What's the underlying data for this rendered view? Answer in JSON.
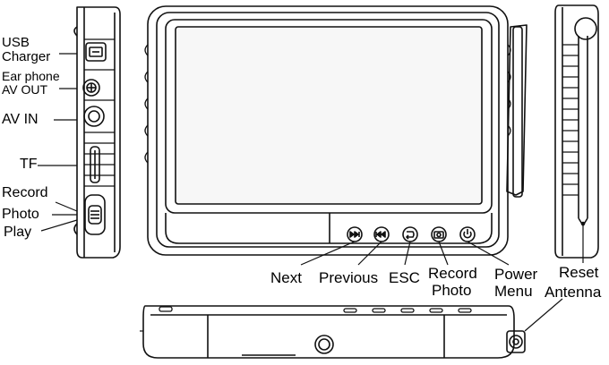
{
  "labels": {
    "left": {
      "usb_charger": [
        "USB",
        "Charger"
      ],
      "ear_phone": [
        "Ear phone",
        "AV  OUT"
      ],
      "av_in": "AV  IN",
      "tf": "TF",
      "record": "Record",
      "photo": "Photo",
      "play": "Play"
    },
    "buttons": {
      "next": "Next",
      "previous": "Previous",
      "esc": "ESC",
      "record_photo": [
        "Record",
        "Photo"
      ],
      "power_menu": [
        "Power",
        "Menu"
      ]
    },
    "right": {
      "reset": "Reset",
      "antenna": "Antenna"
    }
  },
  "colors": {
    "stroke": "#111111",
    "fill": "#ffffff",
    "screen": "#f4f4f4"
  },
  "icons": [
    "usb-port-icon",
    "earphone-jack-icon",
    "av-in-jack-icon",
    "tf-slot-icon",
    "mode-switch-icon",
    "next-icon",
    "previous-icon",
    "esc-icon",
    "camera-icon",
    "power-icon"
  ]
}
